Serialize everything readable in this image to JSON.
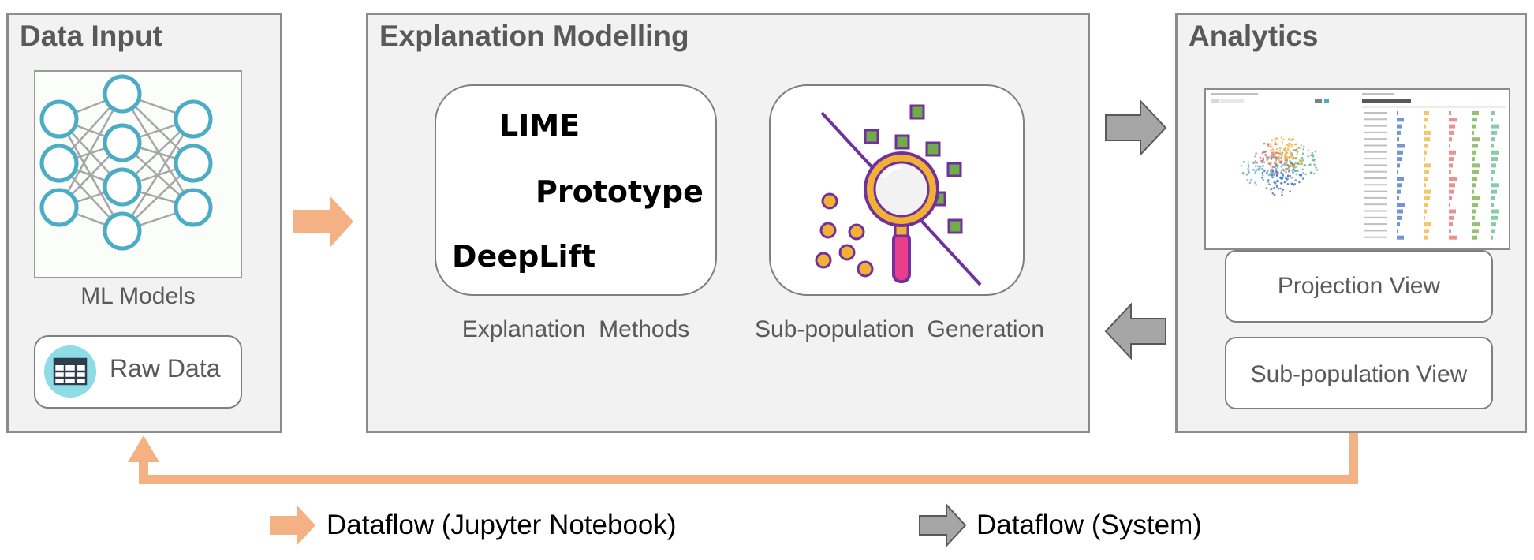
{
  "panels": {
    "data_input": {
      "title": "Data Input",
      "ml_models_label": "ML Models",
      "raw_data_label": "Raw Data"
    },
    "explanation_modelling": {
      "title": "Explanation Modelling",
      "methods": [
        "LIME",
        "Prototype",
        "DeepLift"
      ],
      "explanation_methods_label": "Explanation  Methods",
      "subpopulation_label": "Sub-population  Generation"
    },
    "analytics": {
      "title": "Analytics",
      "projection_view_label": "Projection View",
      "subpopulation_view_label": "Sub-population View"
    }
  },
  "legend": {
    "jupyter_label": "Dataflow (Jupyter Notebook)",
    "system_label": "Dataflow (System)"
  },
  "colors": {
    "panel_bg": "#f2f2f2",
    "panel_border": "#8c8c8c",
    "jupyter_arrow": "#f4b183",
    "system_arrow": "#a6a6a6",
    "nn_node": "#4bacc6",
    "magnifier_purple": "#7030a0",
    "magnifier_gold": "#f2b134",
    "magnifier_handle": "#e83e8c",
    "square_green": "#70ad47"
  },
  "icons": [
    "neural-network-icon",
    "table-icon",
    "magnifier-icon",
    "arrow-right-icon",
    "arrow-left-icon"
  ]
}
